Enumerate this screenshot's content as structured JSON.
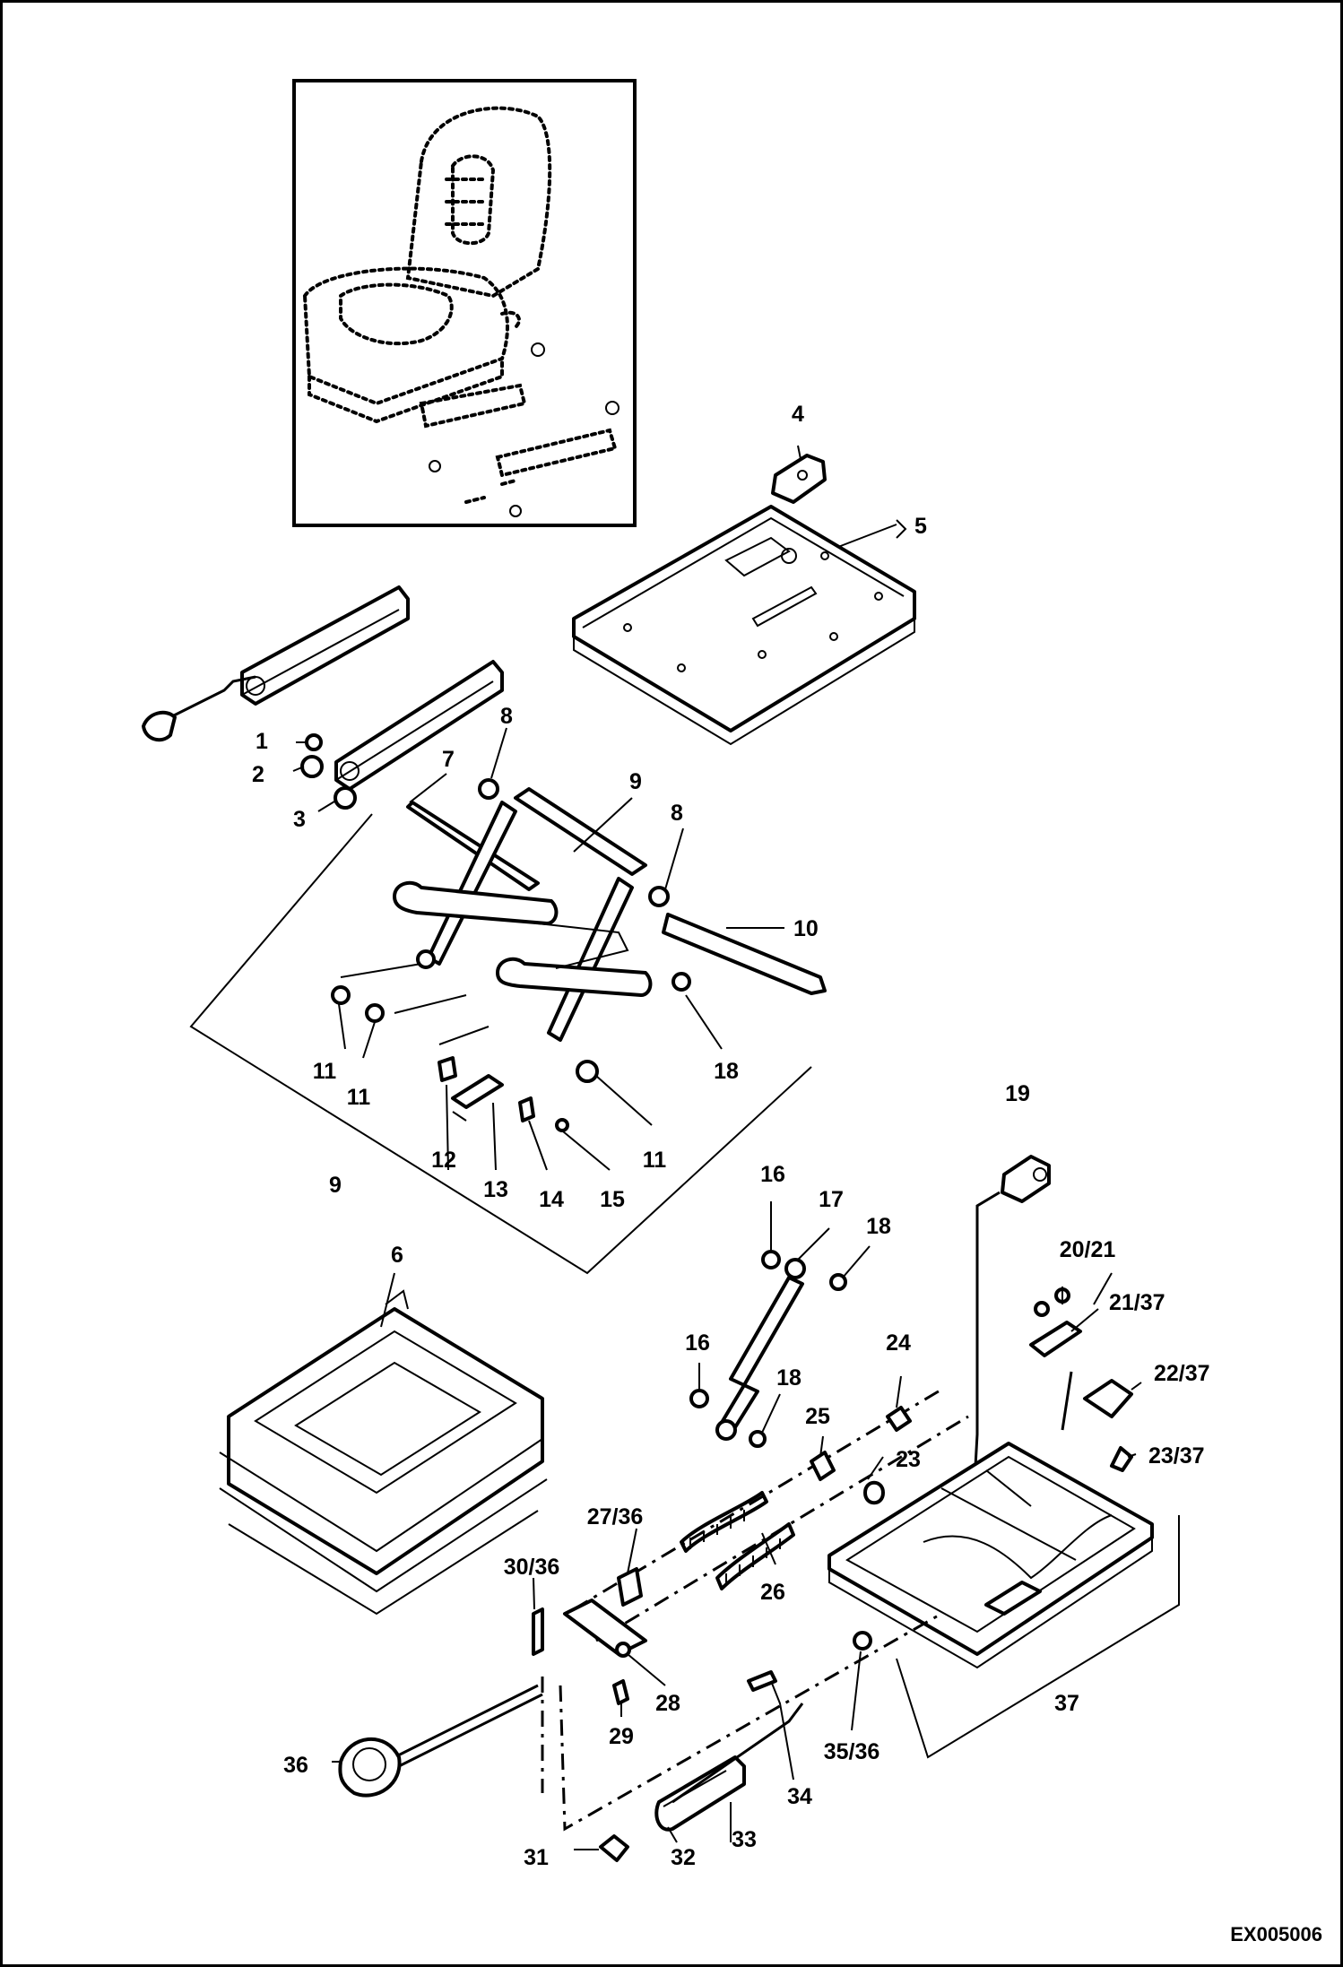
{
  "diagram": {
    "drawing_code": "EX005006",
    "callouts": {
      "c1": "1",
      "c2": "2",
      "c3": "3",
      "c4": "4",
      "c5": "5",
      "c6": "6",
      "c7": "7",
      "c8a": "8",
      "c8b": "8",
      "c9a": "9",
      "c9b": "9",
      "c10": "10",
      "c11a": "11",
      "c11b": "11",
      "c11c": "11",
      "c12": "12",
      "c13": "13",
      "c14": "14",
      "c15": "15",
      "c16a": "16",
      "c16b": "16",
      "c17": "17",
      "c18a": "18",
      "c18b": "18",
      "c18c": "18",
      "c19": "19",
      "c20_21": "20/21",
      "c21_37": "21/37",
      "c22_37": "22/37",
      "c23_37": "23/37",
      "c23": "23",
      "c24": "24",
      "c25": "25",
      "c26": "26",
      "c27_36": "27/36",
      "c28": "28",
      "c29": "29",
      "c30_36": "30/36",
      "c31": "31",
      "c32": "32",
      "c33": "33",
      "c34": "34",
      "c35_36": "35/36",
      "c36": "36",
      "c37": "37"
    }
  }
}
